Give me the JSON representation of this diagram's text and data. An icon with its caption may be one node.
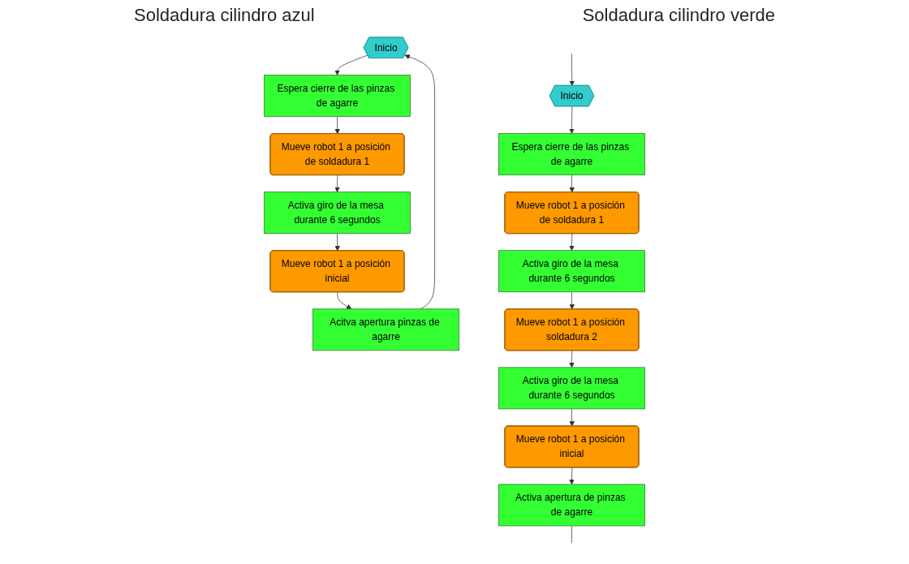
{
  "diagram": {
    "nodes": [
      {
        "text": [
          "Inicio"
        ]
      },
      {
        "text": [
          "Espera cierre de las pinzas de agarre"
        ]
      },
      {
        "text": [
          "Mueve robot 1 a posición de soldadura 1"
        ]
      },
      {
        "text": [
          "Activa giro de la mesa durante 6 segundos"
        ]
      },
      {
        "text": [
          "Mueve robot 1 a posición inicial"
        ]
      },
      {
        "text": [
          "Acitva apertura pinzas de agarre"
        ]
      },
      {
        "text": [
          "Inicio"
        ]
      },
      {
        "text": [
          "Espera cierre de las pinzas de agarre"
        ]
      },
      {
        "text": [
          "Mueve robot 1 a posición de soldadura 1"
        ]
      },
      {
        "text": [
          "Activa giro de la mesa durante 6 segundos"
        ]
      },
      {
        "text": [
          "Mueve robot 1 a posición soldadura 2"
        ]
      },
      {
        "text": [
          "Activa giro de la mesa durante 6 segundos"
        ]
      },
      {
        "text": [
          "Mueve robot 1 a posición inicial"
        ]
      },
      {
        "text": [
          "Activa apertura de pinzas de agarre"
        ]
      }
    ],
    "edges": [
      {
        "from": 0,
        "to": 1,
        "arrow": "to"
      },
      {
        "from": 1,
        "to": 2,
        "arrow": "to"
      },
      {
        "from": 2,
        "to": 3,
        "arrow": "to"
      },
      {
        "from": 3,
        "to": 4,
        "arrow": "to"
      },
      {
        "from": 4,
        "to": 5,
        "arrow": "to"
      },
      {
        "from": 5,
        "to": 0,
        "arrow": "to"
      },
      {
        "from": 6,
        "to": 7,
        "arrow": "to"
      },
      {
        "from": 7,
        "to": 8,
        "arrow": "to"
      },
      {
        "from": 8,
        "to": 9,
        "arrow": "to"
      },
      {
        "from": 9,
        "to": 10,
        "arrow": "to"
      },
      {
        "from": 10,
        "to": 11,
        "arrow": "to"
      },
      {
        "from": 11,
        "to": 12,
        "arrow": "to"
      },
      {
        "from": 12,
        "to": 13,
        "arrow": "to"
      },
      {
        "from": 13,
        "to": null,
        "arrow": "none"
      },
      {
        "from": null,
        "to": 6,
        "arrow": "to"
      }
    ],
    "labels": [
      "Soldadura cilindro azul",
      "Soldadura cilindro verde"
    ]
  }
}
